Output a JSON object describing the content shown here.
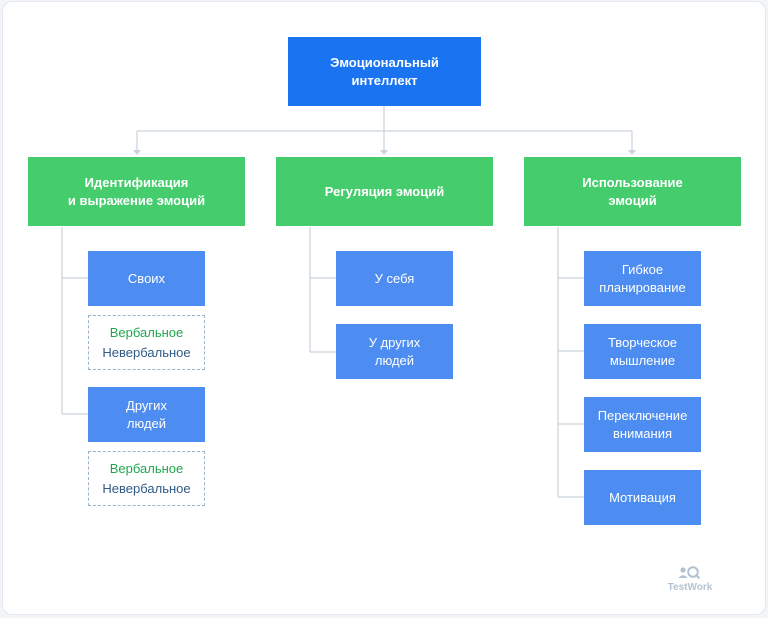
{
  "root": {
    "label": "Эмоциональный\nинтеллект"
  },
  "categories": [
    {
      "label": "Идентификация\nи выражение эмоций"
    },
    {
      "label": "Регуляция эмоций"
    },
    {
      "label": "Использование\nэмоций"
    }
  ],
  "identification": {
    "own": "Своих",
    "own_types": {
      "verbal": "Вербальное",
      "nonverbal": "Невербальное"
    },
    "others": "Других\nлюдей",
    "others_types": {
      "verbal": "Вербальное",
      "nonverbal": "Невербальное"
    }
  },
  "regulation": {
    "self": "У себя",
    "others": "У других\nлюдей"
  },
  "usage": {
    "items": [
      "Гибкое\nпланирование",
      "Творческое\nмышление",
      "Переключение\nвнимания",
      "Мотивация"
    ]
  },
  "logo": {
    "text": "TestWork"
  },
  "colors": {
    "root": "#1a73f0",
    "category": "#45cc6c",
    "leaf": "#4d8df1",
    "connector": "#c9d3dd",
    "verbal": "#1ea84c",
    "nonverbal": "#2f5b86"
  }
}
